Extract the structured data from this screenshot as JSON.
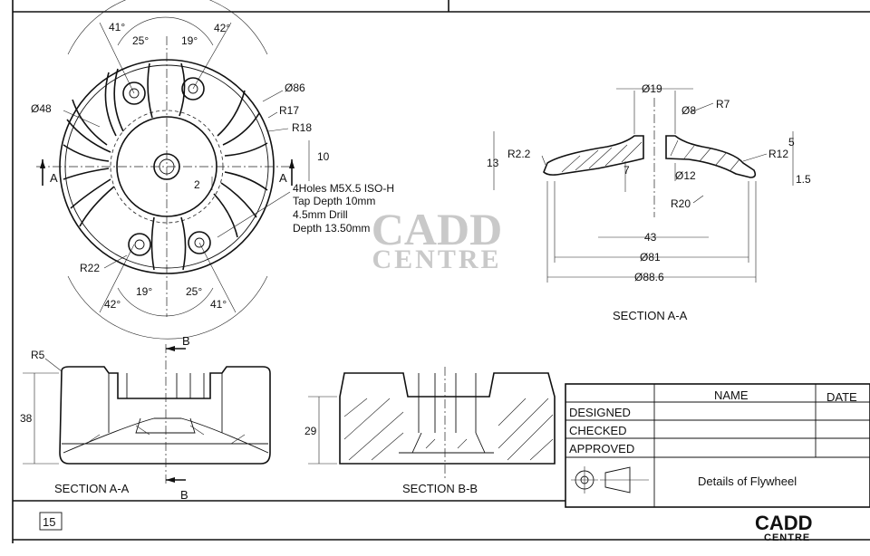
{
  "top_view": {
    "angles_top": [
      "41°",
      "25°",
      "19°",
      "42°"
    ],
    "angles_bottom": [
      "42°",
      "19°",
      "25°",
      "41°"
    ],
    "dia_outer": "Ø86",
    "dia_hub": "Ø48",
    "r17": "R17",
    "r18": "R18",
    "r22": "R22",
    "dim_10": "10",
    "dim_2": "2",
    "section_marker": "A",
    "hole_note": [
      "4Holes M5X.5 ISO-H",
      "Tap Depth 10mm",
      "4.5mm Drill",
      "Depth 13.50mm"
    ]
  },
  "section_aa_right": {
    "title": "SECTION  A-A",
    "d19": "Ø19",
    "d8": "Ø8",
    "r7": "R7",
    "r22": "R2.2",
    "d13": "13",
    "d7": "7",
    "d12": "Ø12",
    "d5": "5",
    "r12": "R12",
    "d15": "1.5",
    "r20": "R20",
    "d43": "43",
    "d81": "Ø81",
    "d886": "Ø88.6"
  },
  "section_aa_bottom": {
    "title": "SECTION  A-A",
    "r5": "R5",
    "h38": "38",
    "marker": "B"
  },
  "section_bb": {
    "title": "SECTION  B-B",
    "h29": "29"
  },
  "title_block": {
    "col_name": "NAME",
    "col_date": "DATE",
    "rows": [
      "DESIGNED",
      "CHECKED",
      "APPROVED"
    ],
    "drawing_title": "Details of Flywheel"
  },
  "sheet_number": "15",
  "logo": {
    "line1": "CADD",
    "line2": "CENTRE"
  },
  "watermark": {
    "line1": "CADD",
    "line2": "CENTRE"
  }
}
